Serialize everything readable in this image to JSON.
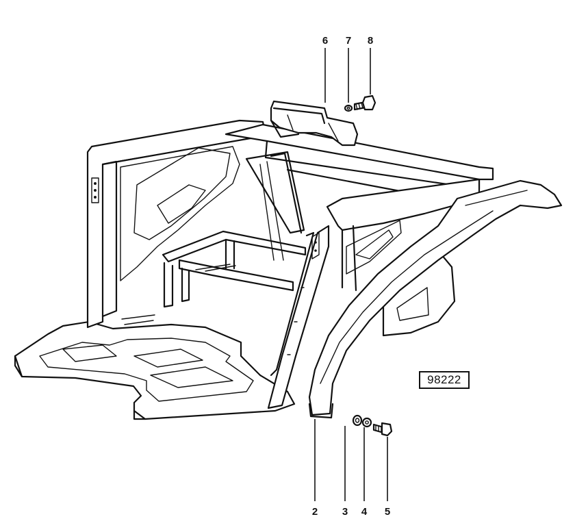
{
  "diagram": {
    "reference_number": "98222",
    "callouts": [
      "2",
      "3",
      "4",
      "5",
      "6",
      "7",
      "8"
    ]
  }
}
